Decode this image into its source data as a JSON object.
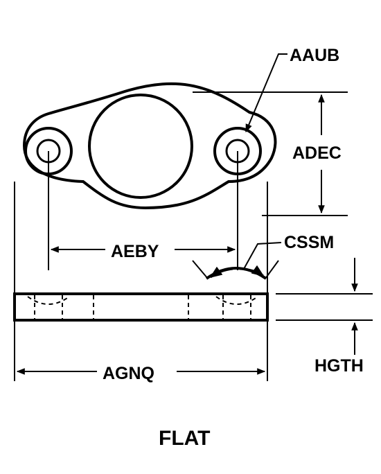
{
  "labels": {
    "aaub": "AAUB",
    "adec": "ADEC",
    "aeby": "AEBY",
    "cssm": "CSSM",
    "agnq": "AGNQ",
    "hgth": "HGTH",
    "view": "FLAT"
  },
  "colors": {
    "ink": "#000000",
    "background": "#ffffff"
  }
}
